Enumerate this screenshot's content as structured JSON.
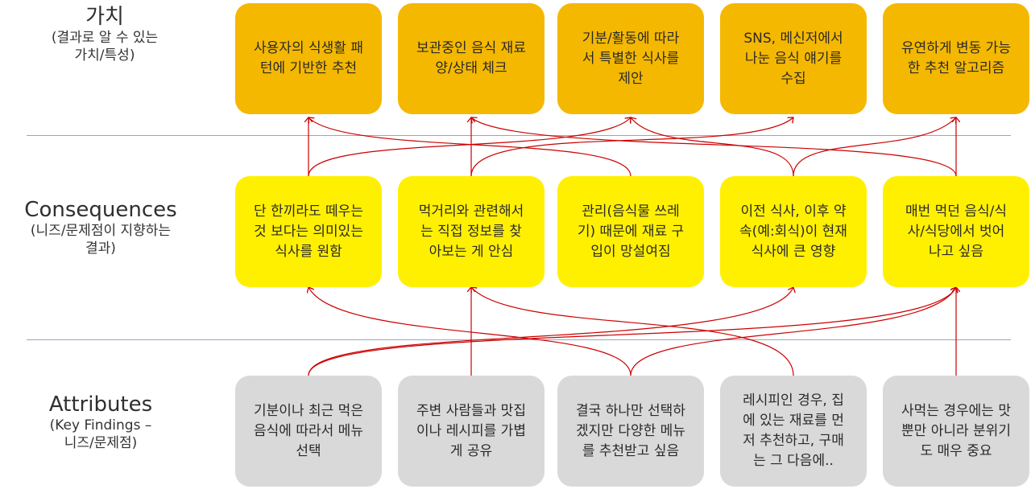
{
  "row_labels": {
    "values": {
      "main": "가치",
      "sub": "(결과로 알 수 있는\n가치/특성)"
    },
    "consequences": {
      "main": "Consequences",
      "sub": "(니즈/문제점이 지향하는\n결과)"
    },
    "attributes": {
      "main": "Attributes",
      "sub": "(Key Findings –\n니즈/문제점)"
    }
  },
  "values": [
    "사용자의 식생활 패\n턴에 기반한 추천",
    "보관중인 음식 재료\n양/상태 체크",
    "기분/활동에 따라\n서 특별한 식사를\n제안",
    "SNS, 메신저에서\n나눈 음식 얘기를\n수집",
    "유연하게 변동 가능\n한 추천 알고리즘"
  ],
  "consequences": [
    "단 한끼라도 떼우는\n것 보다는 의미있는\n식사를 원함",
    "먹거리와 관련해서\n는 직접 정보를 찾\n아보는 게 안심",
    "관리(음식물 쓰레\n기) 때문에 재료 구\n입이 망설여짐",
    "이전 식사, 이후 약\n속(예:회식)이 현재\n식사에 큰 영향",
    "매번 먹던 음식/식\n사/식당에서 벗어\n나고 싶음"
  ],
  "attributes": [
    "기분이나 최근 먹은\n음식에 따라서 메뉴\n선택",
    "주변 사람들과 맛집\n이나 레시피를 가볍\n게 공유",
    "결국 하나만 선택하\n겠지만 다양한 메뉴\n를 추천받고 싶음",
    "레시피인 경우, 집\n에 있는 재료를 먼\n저 추천하고, 구매\n는 그 다음에..",
    "사먹는 경우에는 맛\n뿐만 아니라 분위기\n도 매우 중요"
  ],
  "colors": {
    "value_box": "#f5b800",
    "consequence_box": "#fff000",
    "attribute_box": "#d9d9d9",
    "link_line": "#cc0000",
    "divider": "#8fa9c2"
  }
}
